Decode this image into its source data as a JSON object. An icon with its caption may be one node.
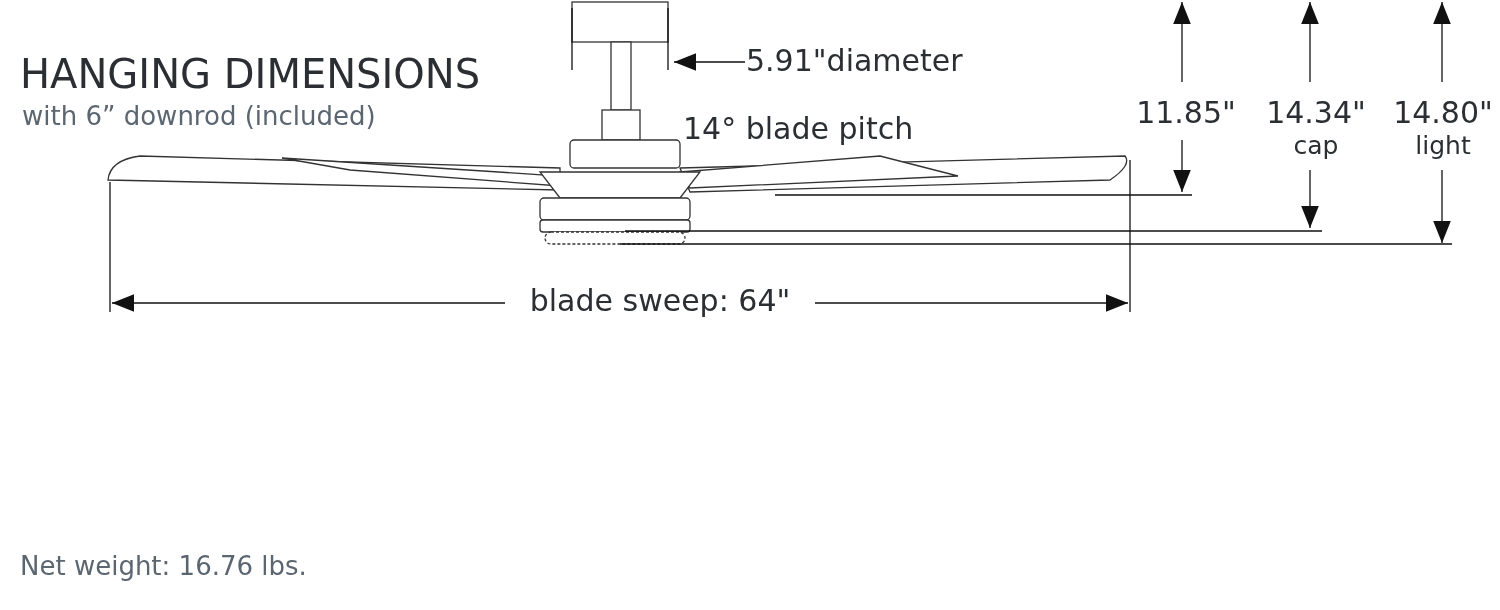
{
  "diagram": {
    "title": "HANGING DIMENSIONS",
    "labels": [
      "with 6” downrod (included)",
      "5.91\"diameter",
      "14° blade pitch",
      "11.85\"",
      "14.34\"",
      "cap",
      "14.80\"",
      "light",
      "blade sweep: 64\"",
      "Net weight: 16.76 lbs."
    ]
  }
}
